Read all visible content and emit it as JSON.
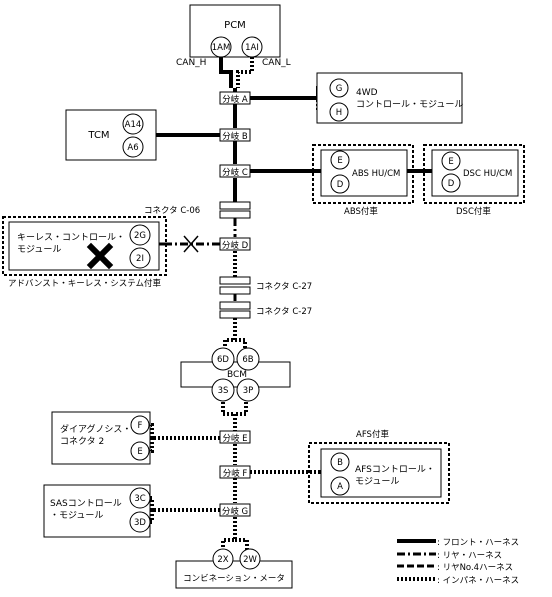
{
  "modules": {
    "pcm": {
      "label": "PCM",
      "pins": [
        "1AM",
        "1AI"
      ],
      "can_h": "CAN_H",
      "can_l": "CAN_L"
    },
    "fourwd": {
      "line1": "4WD",
      "line2": "コントロール・モジュール",
      "pins": [
        "G",
        "H"
      ]
    },
    "tcm": {
      "label": "TCM",
      "pins": [
        "A14",
        "A6"
      ]
    },
    "abs": {
      "label": "ABS HU/CM",
      "pins": [
        "E",
        "D"
      ],
      "caption": "ABS付車"
    },
    "dsc": {
      "label": "DSC HU/CM",
      "pins": [
        "E",
        "D"
      ],
      "caption": "DSC付車"
    },
    "keyless": {
      "line1": "キーレス・コントロール・",
      "line2": "モジュール",
      "pins": [
        "2G",
        "2I"
      ],
      "caption": "アドバンスト・キーレス・システム付車"
    },
    "bcm": {
      "label": "BCM",
      "pins_top": [
        "6D",
        "6B"
      ],
      "pins_bottom": [
        "3S",
        "3P"
      ]
    },
    "dlc": {
      "line1": "ダイアグノシス・",
      "line2": "コネクタ 2",
      "pins": [
        "F",
        "E"
      ]
    },
    "afs": {
      "line1": "AFSコントロール・",
      "line2": "モジュール",
      "pins": [
        "B",
        "A"
      ],
      "caption": "AFS付車"
    },
    "sas": {
      "line1": "SASコントロール",
      "line2": "・モジュール",
      "pins": [
        "3C",
        "3D"
      ]
    },
    "meter": {
      "label": "コンビネーション・メータ",
      "pins": [
        "2X",
        "2W"
      ]
    }
  },
  "junctions": {
    "a": "分岐 A",
    "b": "分岐 B",
    "c": "分岐 C",
    "d": "分岐 D",
    "e": "分岐 E",
    "f": "分岐 F",
    "g": "分岐 G"
  },
  "connectors": {
    "c06": "コネクタ C-06",
    "c27a": "コネクタ C-27",
    "c27b": "コネクタ C-27"
  },
  "legend": [
    {
      "label": ": フロント・ハーネス",
      "style": "solid"
    },
    {
      "label": ": リヤ・ハーネス",
      "style": "dash-dot"
    },
    {
      "label": ": リヤNo.4ハーネス",
      "style": "dashed"
    },
    {
      "label": ": インパネ・ハーネス",
      "style": "dotted"
    }
  ]
}
